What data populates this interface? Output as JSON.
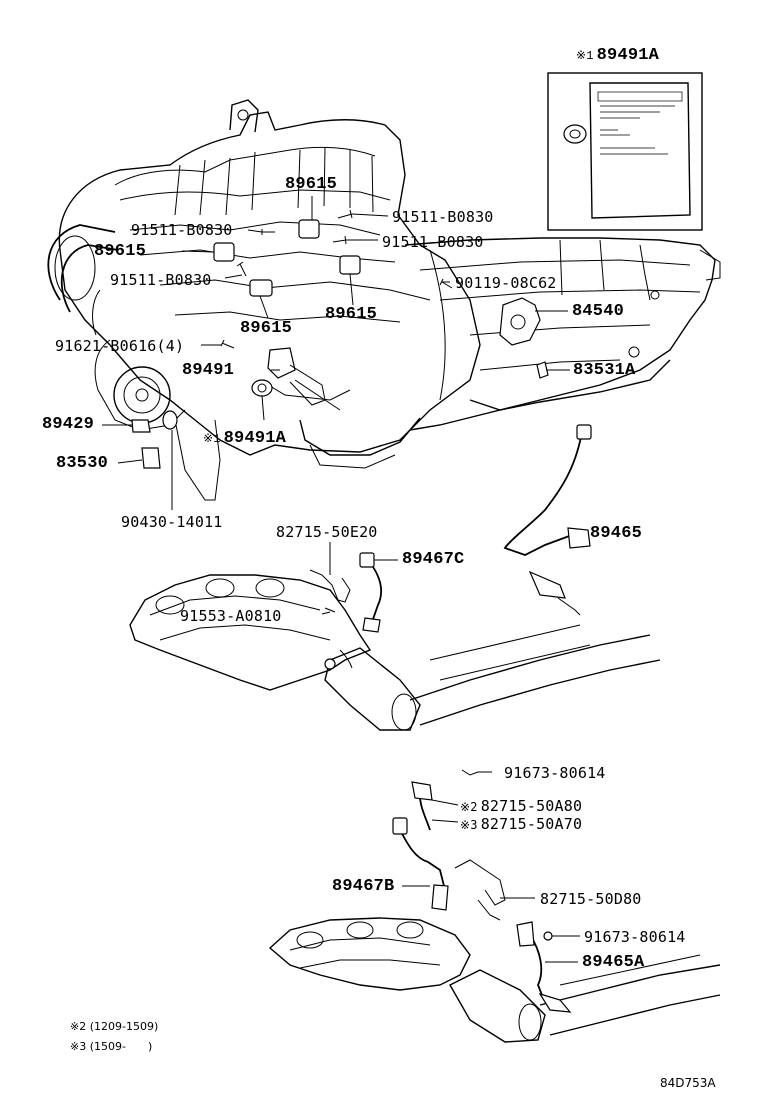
{
  "inset": {
    "mark": "※1",
    "label": "89491A"
  },
  "parts": {
    "p89615_top": "89615",
    "p91511_a": "91511-B0830",
    "p91511_b": "91511-B0830",
    "p91511_c": "91511-B0830",
    "p91511_d": "91511-B0830",
    "p89615_left": "89615",
    "p89615_mid_l": "89615",
    "p89615_mid_r": "89615",
    "p90119": "90119-08C62",
    "p84540": "84540",
    "p91621": "91621-B0616(4)",
    "p89491": "89491",
    "p83531A": "83531A",
    "p89429": "89429",
    "p89491A_mark": "※1",
    "p89491A": "89491A",
    "p83530": "83530",
    "p90430": "90430-14011",
    "p89465": "89465",
    "p82715_50E20": "82715-50E20",
    "p89467C": "89467C",
    "p91553": "91553-A0810",
    "p91673_a": "91673-80614",
    "p82715_A80_mark": "※2",
    "p82715_A80": "82715-50A80",
    "p82715_A70_mark": "※3",
    "p82715_A70": "82715-50A70",
    "p89467B": "89467B",
    "p82715_D80": "82715-50D80",
    "p91673_b": "91673-80614",
    "p89465A": "89465A"
  },
  "notes": {
    "n2_mark": "※2",
    "n2_range": "(1209-1509)",
    "n3_mark": "※3",
    "n3_range_open": "(1509-",
    "n3_range_close": ")"
  },
  "diagram_code": "84D753A"
}
